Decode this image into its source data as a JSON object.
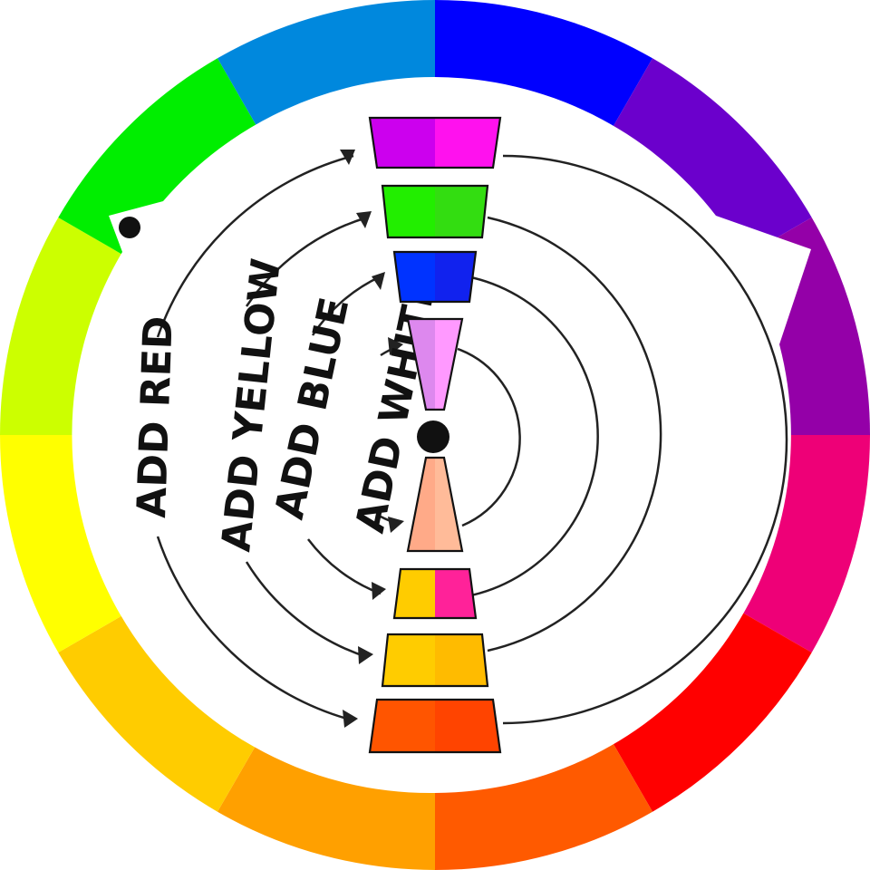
{
  "wheel": {
    "segments": [
      {
        "name": "blue",
        "color": "#0000FF"
      },
      {
        "name": "blue-violet",
        "color": "#6B00CC"
      },
      {
        "name": "violet",
        "color": "#9400A8"
      },
      {
        "name": "red-violet",
        "color": "#EE0077"
      },
      {
        "name": "red",
        "color": "#FF0000"
      },
      {
        "name": "red-orange",
        "color": "#FF5A00"
      },
      {
        "name": "orange",
        "color": "#FFA000"
      },
      {
        "name": "yellow-orange",
        "color": "#FFCC00"
      },
      {
        "name": "yellow",
        "color": "#FFFF00"
      },
      {
        "name": "yellow-green",
        "color": "#CCFF00"
      },
      {
        "name": "green",
        "color": "#00EE00"
      },
      {
        "name": "blue-green",
        "color": "#0088DD"
      }
    ]
  },
  "labels": {
    "add_red": "ADD RED",
    "add_yellow": "ADD YELLOW",
    "add_blue": "ADD BLUE",
    "add_white": "ADD WHITE"
  },
  "swatches": [
    {
      "name": "swatch-magenta",
      "left": "#CC00EE",
      "right": "#FF11EE"
    },
    {
      "name": "swatch-green",
      "left": "#22EE00",
      "right": "#33DD11"
    },
    {
      "name": "swatch-blue",
      "left": "#0033FF",
      "right": "#1122EE"
    },
    {
      "name": "swatch-light-violet",
      "left": "#DD88EE",
      "right": "#FF99FF"
    },
    {
      "name": "swatch-peach",
      "left": "#FFAA88",
      "right": "#FFBB99"
    },
    {
      "name": "swatch-gold-pink",
      "left": "#FFCC00",
      "right": "#FF2299"
    },
    {
      "name": "swatch-gold",
      "left": "#FFCC00",
      "right": "#FFBB00"
    },
    {
      "name": "swatch-orange",
      "left": "#FF5500",
      "right": "#FF4400"
    }
  ]
}
